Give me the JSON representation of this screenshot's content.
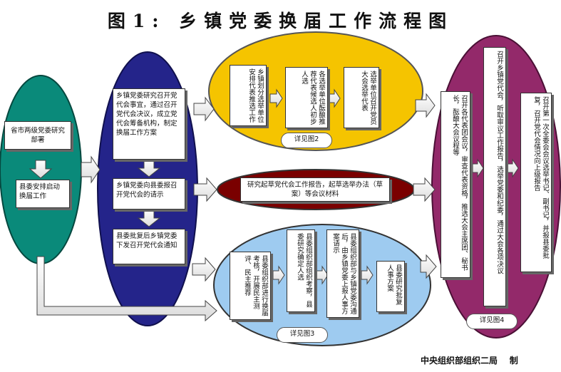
{
  "title": "图1: 乡镇党委换届工作流程图",
  "credit": "中央组织部组织二局    制",
  "colors": {
    "teal": "#0a8a7a",
    "navy": "#24248a",
    "gold": "#f5c400",
    "darkred": "#7a0000",
    "lightblue": "#9ecbf0",
    "plum": "#93296a"
  },
  "nodes": {
    "province_research": "省市两级党委研究部署",
    "county_start": "县委安排启动换届工作",
    "town_research": "乡镇党委研究召开党代会事宜，通过召开党代会决议，成立党代会筹备机构，制定换届工作方案",
    "town_request": "乡镇党委向县委报召开党代会的请示",
    "county_approve": "县委批复后乡镇党委下发召开党代会通知",
    "delegate_1": "乡镇划分选举单位安排代表推选工作",
    "delegate_2": "各选举单位酝酿推荐代表候选人初步人选",
    "delegate_3": "选举单位召开党员大会选举代表",
    "delegate_see": "详见图2",
    "report": "研究起草党代会工作报告，起草选举办法（草案）等会议材料",
    "cadre_1": "县委组织部进行换届考核，开展民主测评、民主推荐",
    "cadre_2": "县委组织部组织考察，县委研究确定人选",
    "cadre_3": "县委组织部与乡镇党委沟通后，由乡镇党委上报人事方案请示",
    "cadre_4": "县委研究批复人事方案",
    "cadre_see": "详见图3",
    "congress_1": "召开各代表团会议，审查代表资格，推选大会主席团、秘书长，酝酿大会议程等",
    "congress_2": "召开乡镇党代会，听取审议工作报告，选举党委和纪委，通过大会各项决议",
    "congress_3": "召开第一次全委会会议选举书记、副书记，并报县委批复，召开党代会情况向上级报告",
    "congress_see": "详见图4"
  }
}
